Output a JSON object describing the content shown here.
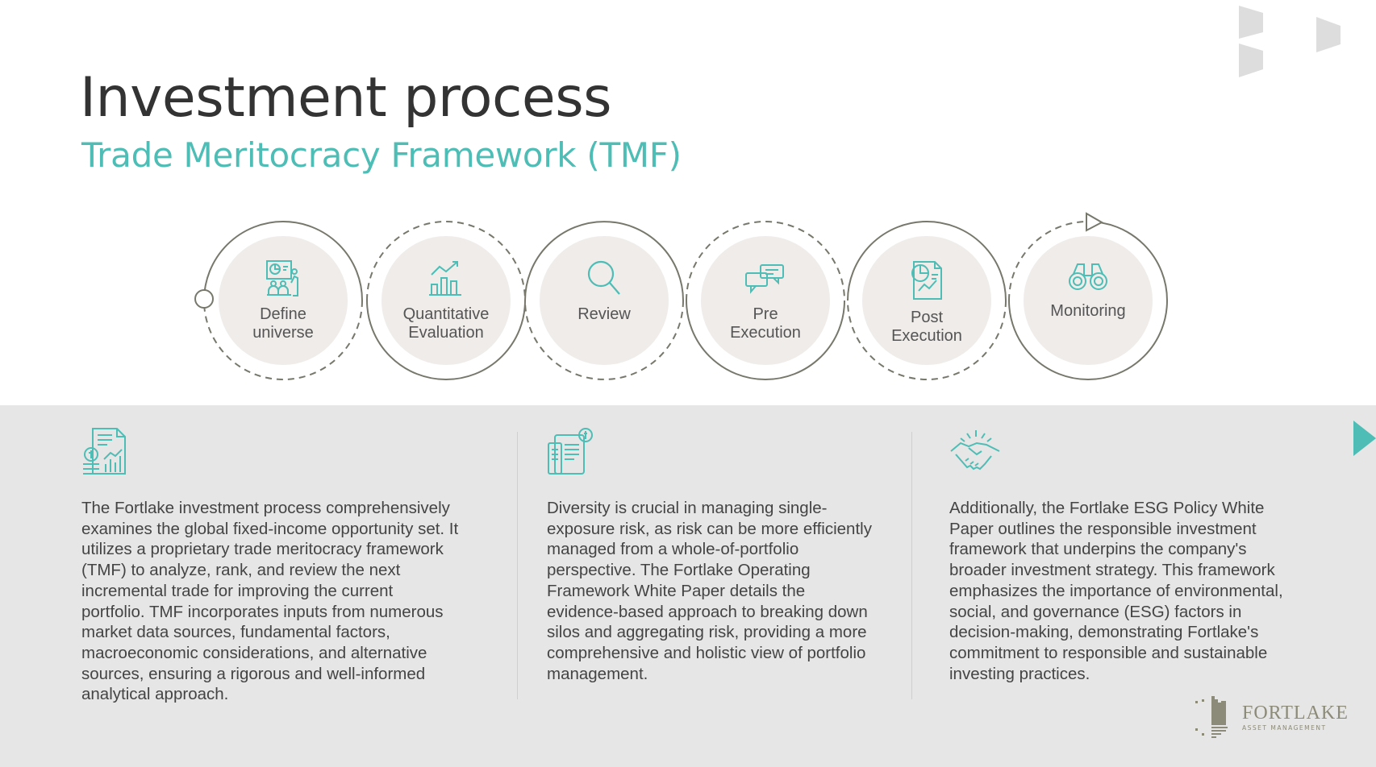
{
  "header": {
    "title": "Investment process",
    "subtitle": "Trade Meritocracy Framework (TMF)"
  },
  "steps": [
    {
      "label": "Define universe",
      "icon": "presentation-icon"
    },
    {
      "label": "Quantitative Evaluation",
      "icon": "bar-chart-growth-icon"
    },
    {
      "label": "Review",
      "icon": "magnifier-icon"
    },
    {
      "label": "Pre Execution",
      "icon": "chat-bubbles-icon"
    },
    {
      "label": "Post Execution",
      "icon": "report-icon"
    },
    {
      "label": "Monitoring",
      "icon": "binoculars-icon"
    }
  ],
  "columns": [
    {
      "icon": "financial-report-icon",
      "text": "The Fortlake investment process comprehensively examines the global fixed-income opportunity set. It utilizes a proprietary trade meritocracy framework (TMF) to analyze, rank, and review the next incremental trade for improving the current portfolio. TMF incorporates inputs from numerous market data sources, fundamental factors, macroeconomic considerations, and alternative sources, ensuring a rigorous and well-informed analytical approach."
    },
    {
      "icon": "portfolio-document-icon",
      "text": "Diversity is crucial in managing single-exposure risk, as risk can be more efficiently managed from a whole-of-portfolio perspective. The Fortlake Operating Framework White Paper details the evidence-based approach to breaking down silos and aggregating risk, providing a more comprehensive and holistic view of portfolio management."
    },
    {
      "icon": "handshake-icon",
      "text": "Additionally, the Fortlake ESG Policy White Paper outlines the responsible investment framework that underpins the company's broader investment strategy. This framework emphasizes the importance of environmental, social, and governance (ESG) factors in decision-making, demonstrating Fortlake's commitment to responsible and sustainable investing practices."
    }
  ],
  "logo": {
    "name": "FORTLAKE",
    "tagline": "ASSET MANAGEMENT"
  },
  "colors": {
    "accent": "#4dbdb5",
    "ring": "#77776b",
    "band": "#e6e6e6"
  }
}
